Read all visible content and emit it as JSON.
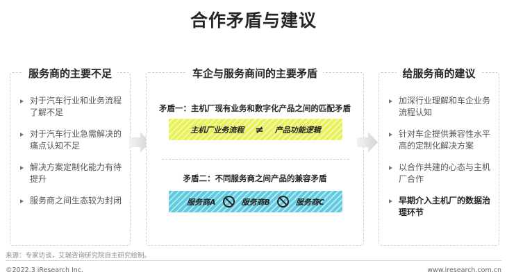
{
  "title": "合作矛盾与建议",
  "left_panel": {
    "heading": "服务商的主要不足",
    "items": [
      {
        "text": "对于汽车行业和业务流程了解不足"
      },
      {
        "text": "对于汽车行业急需解决的痛点认知不足"
      },
      {
        "text": "解决方案定制化能力有待提升"
      },
      {
        "text": "服务商之间生态较为封闭"
      }
    ]
  },
  "middle_panel": {
    "heading": "车企与服务商间的主要矛盾",
    "conflict_one": {
      "title": "矛盾一：主机厂现有业务和数字化产品之间的匹配矛盾",
      "left_term": "主机厂业务流程",
      "symbol": "≠",
      "right_term": "产品功能逻辑",
      "band_color": "#e8f05a"
    },
    "conflict_two": {
      "title": "矛盾二：不同服务商之间产品的兼容矛盾",
      "vendors": [
        "服务商A",
        "服务商B",
        "服务商C"
      ],
      "band_color": "#5fcbe0"
    }
  },
  "right_panel": {
    "heading": "给服务商的建议",
    "items": [
      {
        "text": "加深行业理解和车企业务流程认知"
      },
      {
        "text": "针对车企提供兼容性水平高的定制化解决方案"
      },
      {
        "text": "以合作共建的心态与主机厂合作"
      },
      {
        "text": "早期介入主机厂的数据治理环节"
      }
    ]
  },
  "source": "来源：专家访谈，艾瑞咨询研究院自主研究绘制。",
  "copyright": "©2022.3 iResearch Inc.",
  "website": "www.iresearch.com.cn",
  "icons": {
    "arrow": "arrow-right-icon",
    "ban": "prohibited-icon",
    "bullet": "triangle-bullet-icon"
  }
}
